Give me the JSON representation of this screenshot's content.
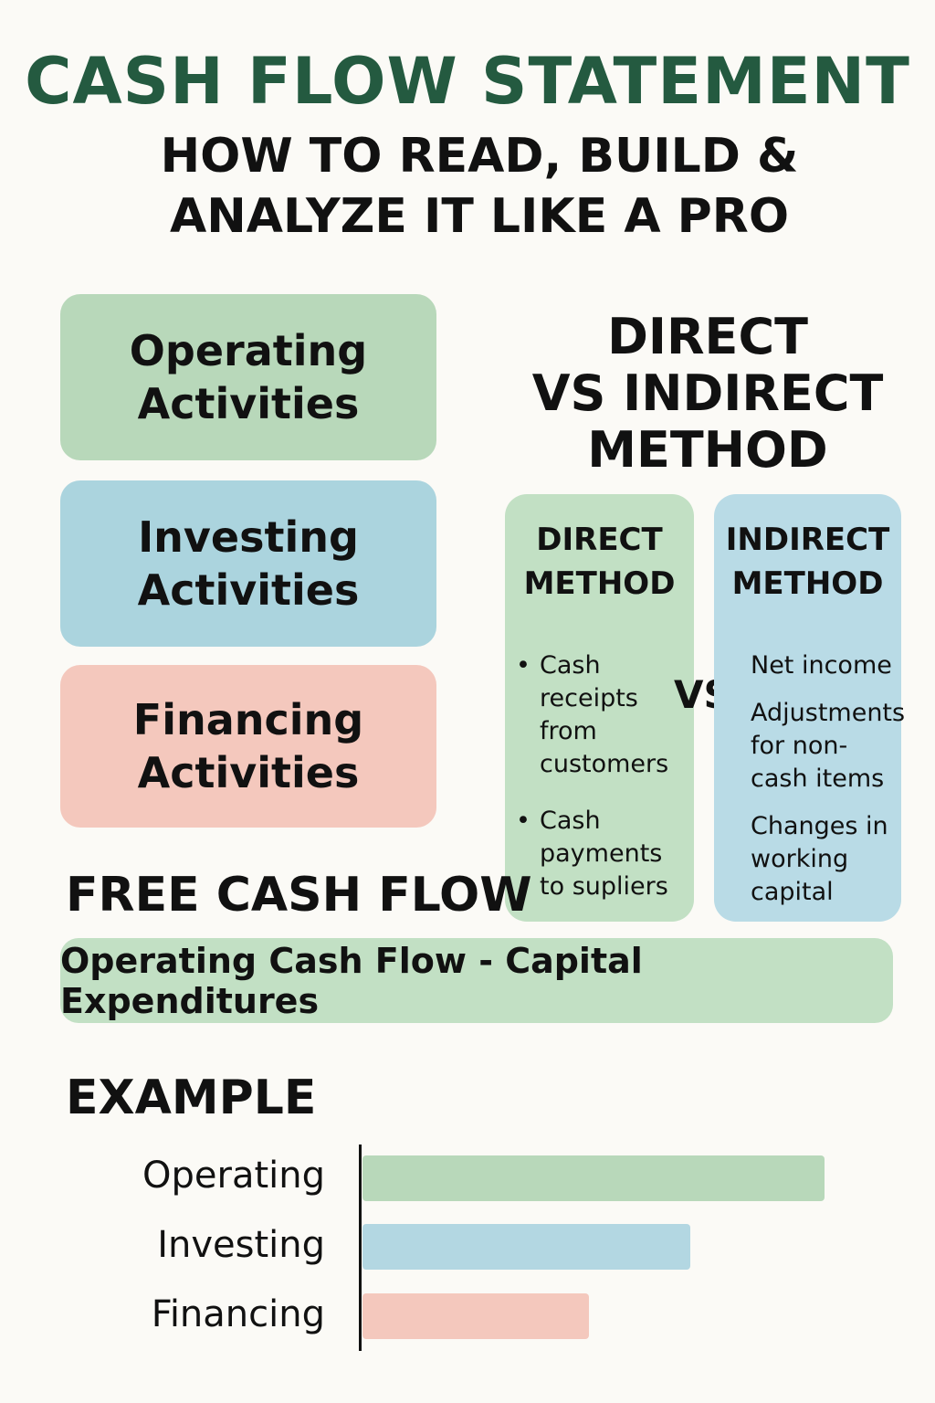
{
  "title": "CASH FLOW STATEMENT",
  "subtitle_line1": "HOW TO READ, BUILD &",
  "subtitle_line2": "ANALYZE IT LIKE A PRO",
  "activities": [
    {
      "line1": "Operating",
      "line2": "Activities",
      "color": "#b8d8ba"
    },
    {
      "line1": "Investing",
      "line2": "Activities",
      "color": "#abd4de"
    },
    {
      "line1": "Financing",
      "line2": "Activities",
      "color": "#f4c8bd"
    }
  ],
  "methods": {
    "heading_line1": "DIRECT",
    "heading_line2": "VS INDIRECT",
    "heading_line3": "METHOD",
    "vs": "VS",
    "direct": {
      "line1": "DIRECT",
      "line2": "METHOD",
      "items": [
        "Cash receipts from customers",
        "Cash payments to supliers"
      ]
    },
    "indirect": {
      "line1": "INDIRECT",
      "line2": "METHOD",
      "items": [
        "Net income",
        "Adjustments for non-cash items",
        "Changes in working capital"
      ]
    }
  },
  "free_cash_flow": {
    "heading": "FREE CASH FLOW",
    "formula": "Operating Cash Flow - Capital Expenditures"
  },
  "example_heading": "EXAMPLE",
  "chart_data": {
    "type": "bar",
    "orientation": "horizontal",
    "title": "EXAMPLE",
    "categories": [
      "Operating",
      "Investing",
      "Financing"
    ],
    "values": [
      100,
      71,
      49
    ],
    "colors": [
      "#b8d8ba",
      "#b3d7e2",
      "#f4c8bd"
    ],
    "xlim": [
      0,
      100
    ],
    "grid": false
  }
}
